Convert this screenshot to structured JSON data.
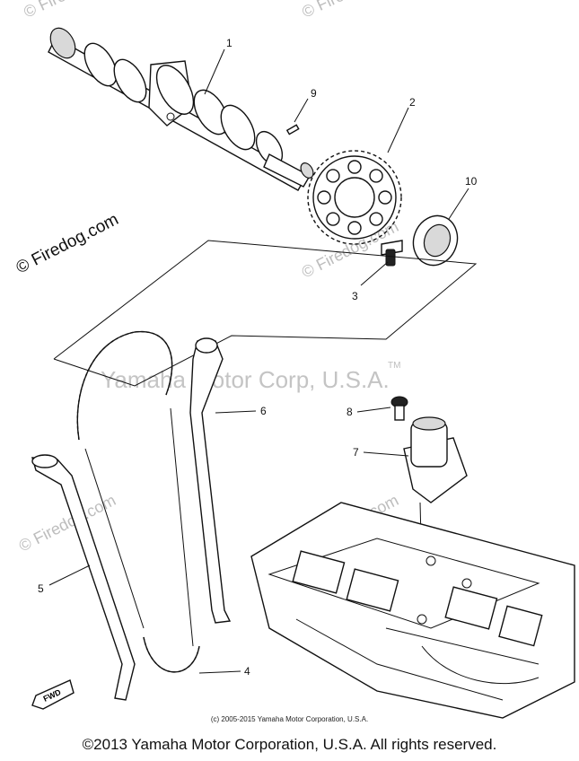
{
  "watermarks": {
    "firedog": "© Firedog.com",
    "yamaha": "Yamaha Motor Corp, U.S.A.",
    "tm": "TM"
  },
  "callouts": {
    "p1": "1",
    "p2": "2",
    "p3": "3",
    "p4": "4",
    "p5": "5",
    "p6": "6",
    "p7": "7",
    "p8": "8",
    "p9": "9",
    "p10": "10"
  },
  "fwd_label": "FWD",
  "small_copyright": "(c) 2005-2015 Yamaha Motor Corporation, U.S.A.",
  "footer": "©2013 Yamaha Motor Corporation, U.S.A. All rights reserved."
}
